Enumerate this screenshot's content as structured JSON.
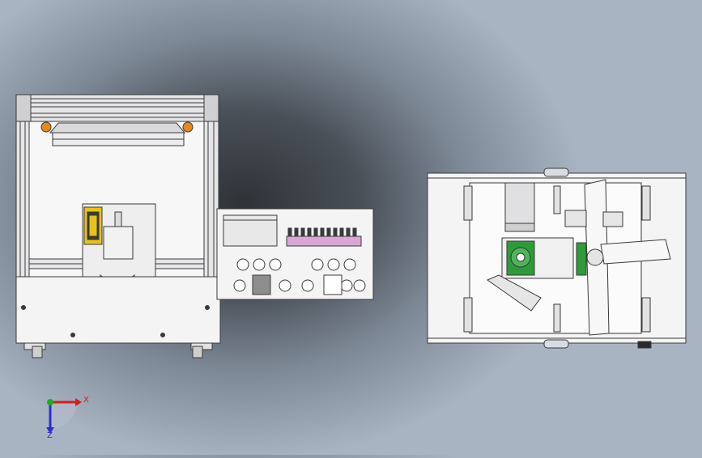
{
  "viewport": {
    "views": [
      "front-view",
      "side-panel-view",
      "top-view"
    ]
  },
  "triad": {
    "x_label": "X",
    "z_label": "Z",
    "colors": {
      "x": "#d81b1b",
      "y": "#18b318",
      "z": "#2b2bd8"
    }
  },
  "colors": {
    "frame": "#e8e8ea",
    "frame_line": "#3a3a3a",
    "panel": "#f4f4f4",
    "pcb_green": "#2f9a3a",
    "header_pink": "#d9a6d6",
    "yellow_part": "#e8c21a",
    "orange_part": "#e58a1a"
  }
}
